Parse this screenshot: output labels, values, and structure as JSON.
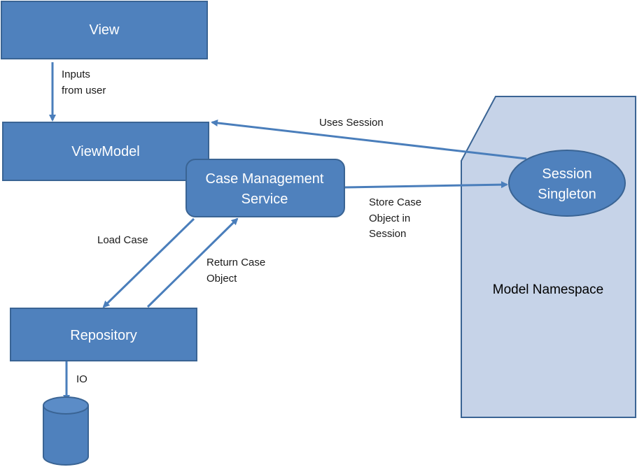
{
  "colors": {
    "box_fill": "#4f81bd",
    "box_stroke": "#3a6494",
    "arrow": "#4a7ebb",
    "namespace_fill": "#c6d3e8",
    "namespace_stroke": "#3a6494"
  },
  "nodes": {
    "view": "View",
    "viewmodel": "ViewModel",
    "case_service": [
      "Case Management",
      "Service"
    ],
    "repository": "Repository",
    "session_singleton": [
      "Session",
      "Singleton"
    ],
    "model_namespace": "Model Namespace",
    "database": ""
  },
  "edges": {
    "view_to_viewmodel": [
      "Inputs",
      "from user"
    ],
    "session_to_viewmodel": [
      "Uses Session"
    ],
    "service_to_session": [
      "Store Case",
      "Object in",
      "Session"
    ],
    "service_to_repository": [
      "Load Case"
    ],
    "repository_to_service": [
      "Return Case",
      "Object"
    ],
    "repository_to_database": [
      "IO"
    ]
  }
}
